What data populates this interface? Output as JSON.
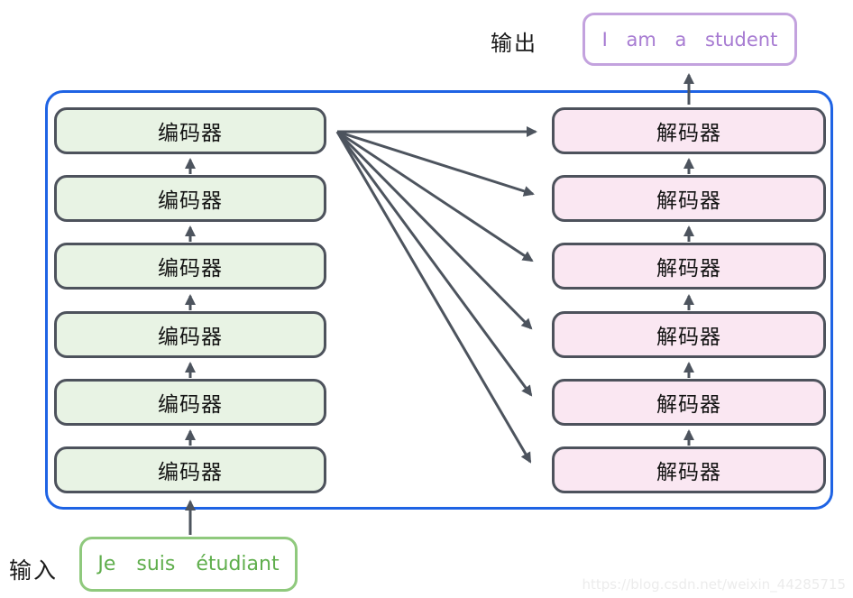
{
  "labels": {
    "output": "输出",
    "input": "输入"
  },
  "output_box": {
    "text": "I am a student"
  },
  "input_box": {
    "text": "Je suis étudiant"
  },
  "diagram": {
    "encoders": [
      "编码器",
      "编码器",
      "编码器",
      "编码器",
      "编码器",
      "编码器"
    ],
    "decoders": [
      "解码器",
      "解码器",
      "解码器",
      "解码器",
      "解码器",
      "解码器"
    ]
  },
  "watermark": "https://blog.csdn.net/weixin_44285715",
  "colors": {
    "container_border": "#1e63e4",
    "encoder_fill": "#e8f3e4",
    "decoder_fill": "#fae7f2",
    "box_border": "#4d525c",
    "arrow": "#4d545e",
    "output_border": "#c3a2de",
    "output_text": "#a77bd2",
    "input_border": "#8fc97d",
    "input_text": "#5fae4c"
  }
}
